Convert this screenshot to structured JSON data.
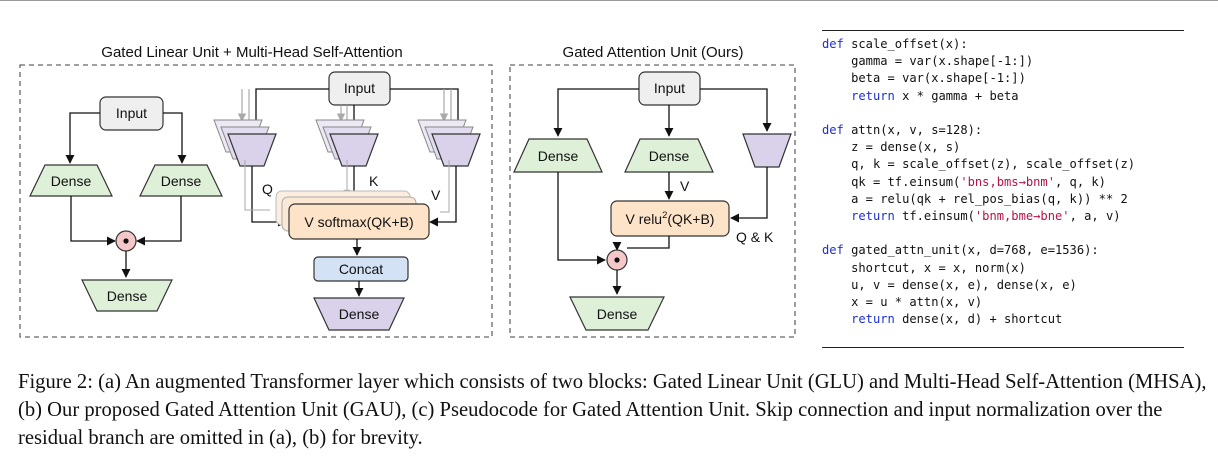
{
  "figure": {
    "panel_a": {
      "title": "Gated Linear Unit  + Multi-Head Self-Attention",
      "input": "Input",
      "dense_left": "Dense",
      "dense_right": "Dense",
      "dense_bottom": "Dense",
      "q_label": "Q",
      "k_label": "K",
      "v_label": "V",
      "attention": "V softmax(QK+B)",
      "concat": "Concat",
      "dense_out": "Dense"
    },
    "panel_b": {
      "title": "Gated Attention Unit (Ours)",
      "input": "Input",
      "dense_left": "Dense",
      "dense_mid": "Dense",
      "v_label": "V",
      "attention_main": "V relu",
      "attention_sup": "2",
      "attention_tail": "(QK+B)",
      "qk_label": "Q & K",
      "dense_out": "Dense"
    },
    "gating_symbol": "•"
  },
  "code": {
    "lines": [
      [
        {
          "t": "def",
          "k": "kw"
        },
        {
          "t": " scale_offset(x):"
        }
      ],
      [
        {
          "t": "    gamma = var(x.shape[-1:])"
        }
      ],
      [
        {
          "t": "    beta = var(x.shape[-1:])"
        }
      ],
      [
        {
          "t": "    "
        },
        {
          "t": "return",
          "k": "kw"
        },
        {
          "t": " x * gamma + beta"
        }
      ],
      [],
      [
        {
          "t": "def",
          "k": "kw"
        },
        {
          "t": " attn(x, v, s=128):"
        }
      ],
      [
        {
          "t": "    z = dense(x, s)"
        }
      ],
      [
        {
          "t": "    q, k = scale_offset(z), scale_offset(z)"
        }
      ],
      [
        {
          "t": "    qk = tf.einsum("
        },
        {
          "t": "'bns,bms→bnm'",
          "k": "st"
        },
        {
          "t": ", q, k)"
        }
      ],
      [
        {
          "t": "    a = relu(qk + rel_pos_bias(q, k)) ** 2"
        }
      ],
      [
        {
          "t": "    "
        },
        {
          "t": "return",
          "k": "kw"
        },
        {
          "t": " tf.einsum("
        },
        {
          "t": "'bnm,bme→bne'",
          "k": "st"
        },
        {
          "t": ", a, v)"
        }
      ],
      [],
      [
        {
          "t": "def",
          "k": "kw"
        },
        {
          "t": " gated_attn_unit(x, d=768, e=1536):"
        }
      ],
      [
        {
          "t": "    shortcut, x = x, norm(x)"
        }
      ],
      [
        {
          "t": "    u, v = dense(x, e), dense(x, e)"
        }
      ],
      [
        {
          "t": "    x = u * attn(x, v)"
        }
      ],
      [
        {
          "t": "    "
        },
        {
          "t": "return",
          "k": "kw"
        },
        {
          "t": " dense(x, d) + shortcut"
        }
      ]
    ]
  },
  "caption": {
    "text": "Figure 2: (a) An augmented Transformer layer which consists of two blocks: Gated Linear Unit (GLU) and Multi-Head Self-Attention (MHSA), (b) Our proposed Gated Attention Unit (GAU), (c) Pseudocode for Gated Attention Unit. Skip connection and input normalization over the residual branch are omitted in (a), (b) for brevity."
  },
  "colors": {
    "dense_green": "#def0d8",
    "dense_purple": "#d9d2ea",
    "attention_orange": "#fde3c8",
    "concat_blue": "#d3e3f5",
    "input_gray": "#efefef",
    "gate_red": "#f4c8c8",
    "keyword_blue": "#1a2fd6",
    "string_red": "#b5134b"
  }
}
